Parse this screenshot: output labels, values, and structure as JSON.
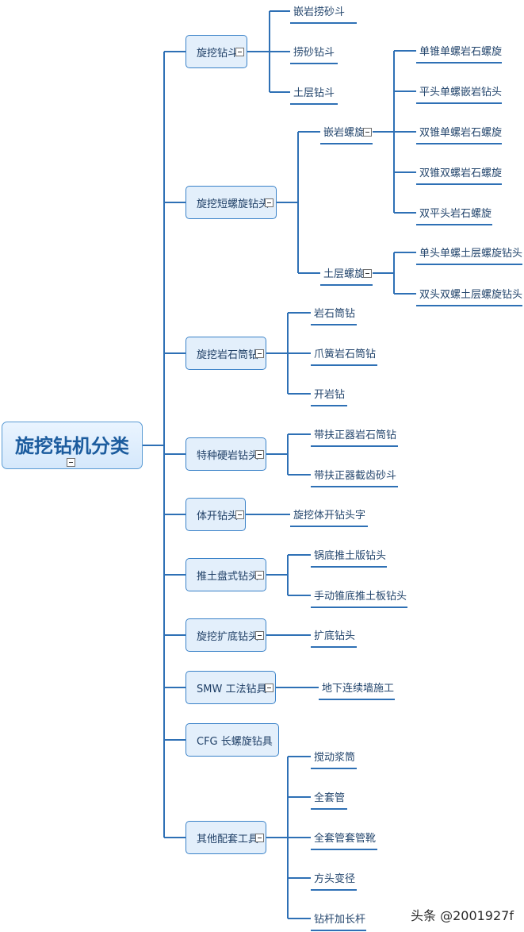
{
  "root": {
    "label": "旋挖钻机分类"
  },
  "branches": [
    {
      "label": "旋挖钻斗",
      "children": [
        "嵌岩捞砂斗",
        "捞砂钻斗",
        "土层钻斗"
      ]
    },
    {
      "label": "旋挖短螺旋钻头",
      "groups": [
        {
          "label": "嵌岩螺旋",
          "children": [
            "单锥单螺岩石螺旋",
            "平头单螺嵌岩钻头",
            "双锥单螺岩石螺旋",
            "双锥双螺岩石螺旋",
            "双平头岩石螺旋"
          ]
        },
        {
          "label": "土层螺旋",
          "children": [
            "单头单螺土层螺旋钻头",
            "双头双螺土层螺旋钻头"
          ]
        }
      ]
    },
    {
      "label": "旋挖岩石筒钻",
      "children": [
        "岩石筒钻",
        "爪簧岩石筒钻",
        "开岩钻"
      ]
    },
    {
      "label": "特种硬岩钻头",
      "children": [
        "带扶正器岩石筒钻",
        "带扶正器截齿砂斗"
      ]
    },
    {
      "label": "体开钻头",
      "children": [
        "旋挖体开钻头字"
      ]
    },
    {
      "label": "推土盘式钻头",
      "children": [
        "锅底推土版钻头",
        "手动锥底推土板钻头"
      ]
    },
    {
      "label": "旋挖扩底钻头",
      "children": [
        "扩底钻头"
      ]
    },
    {
      "label": "SMW 工法钻具",
      "children": [
        "地下连续墙施工"
      ]
    },
    {
      "label": "CFG 长螺旋钻具",
      "children": []
    },
    {
      "label": "其他配套工具",
      "children": [
        "搅动浆筒",
        "全套管",
        "全套管套管靴",
        "方头变径",
        "钻杆加长杆"
      ]
    }
  ],
  "watermark": "头条 @2001927f",
  "colors": {
    "line": "#2e70b5",
    "node_fill": "#e3effb",
    "node_border": "#3a82c8",
    "root_text": "#1c5c9e"
  }
}
